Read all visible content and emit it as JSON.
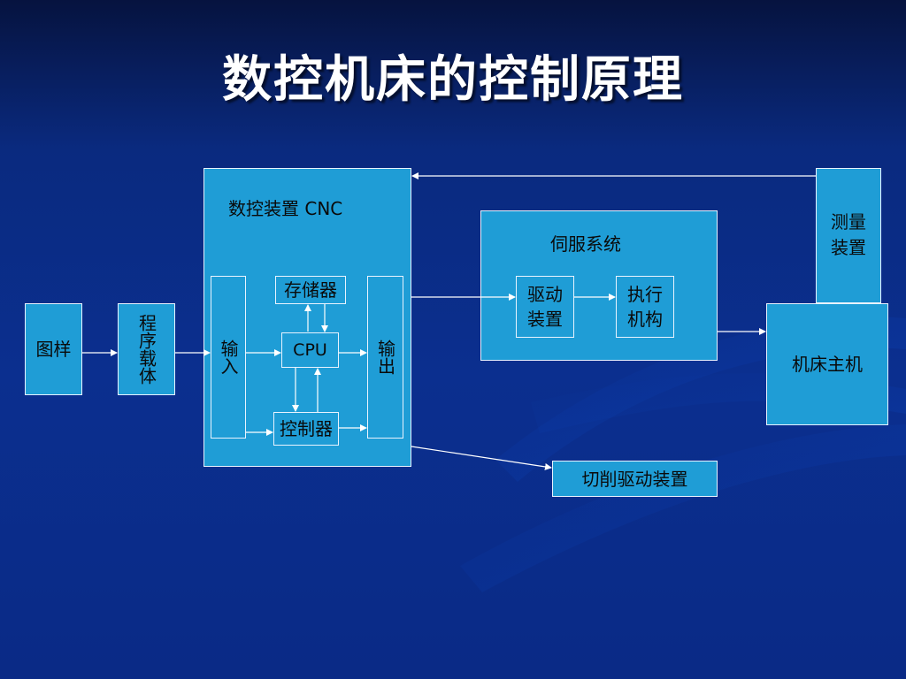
{
  "slide": {
    "title": "数控机床的控制原理"
  },
  "diagram": {
    "tuyang": "图样",
    "program_carrier": "程序载体",
    "cnc_label": "数控装置 CNC",
    "input": "输入",
    "storage": "存储器",
    "cpu": "CPU",
    "controller": "控制器",
    "output": "输出",
    "servo_system": "伺服系统",
    "drive_device": "驱动装置",
    "actuator": "执行机构",
    "measuring_device": "测量装置",
    "machine_host": "机床主机",
    "cutting_drive": "切削驱动装置"
  },
  "colors": {
    "box_fill": "#1f9dd6",
    "border": "#e9f3ff",
    "arrow": "#ffffff"
  }
}
